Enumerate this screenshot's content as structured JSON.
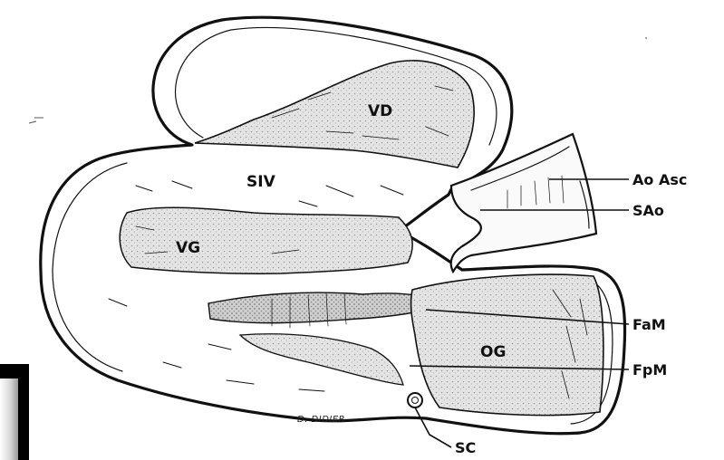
{
  "diagram": {
    "structures": [
      {
        "id": "vd",
        "label": "VD"
      },
      {
        "id": "siv",
        "label": "SIV"
      },
      {
        "id": "vg",
        "label": "VG"
      },
      {
        "id": "og",
        "label": "OG"
      }
    ],
    "callouts": [
      {
        "id": "ao-asc",
        "label": "Ao Asc"
      },
      {
        "id": "sao",
        "label": "SAo"
      },
      {
        "id": "fam",
        "label": "FaM"
      },
      {
        "id": "fpm",
        "label": "FpM"
      },
      {
        "id": "sc",
        "label": "SC"
      }
    ],
    "signature": "D. DIDIER"
  }
}
